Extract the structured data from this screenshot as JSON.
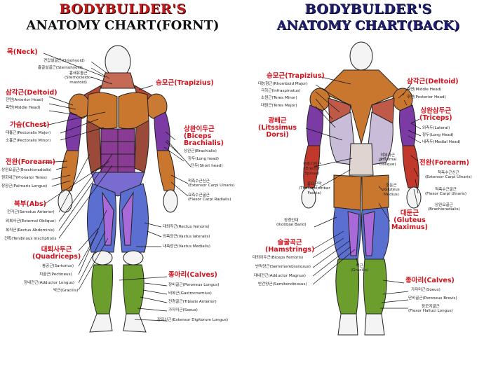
{
  "front": {
    "title_line1": "BODYBULDER'S",
    "title_line2": "ANATOMY CHART(FORNT)",
    "labels": {
      "neck": "목(Neck)",
      "omohyoid": "견갑설골근(Omohyoid)",
      "sternohyoid": "흉골설골근(Sternohyoid)",
      "scm": "흉쇄유돌근\n(Sternocleido-\nmastoid)",
      "trapezius": "승모근(Trapizius)",
      "deltoid": "삼각근(Deltoid)",
      "anterior_head": "전면(Anterior Head)",
      "middle_head": "측면(Middle Head)",
      "chest": "가슴(Chest)",
      "pect_major": "대흉근(Pectoralis Major)",
      "pect_minor": "소흉근(Pectoralis Minor)",
      "biceps": "상완이두근\n(Biceps\nBrachialis)",
      "brachialis": "상완근(Brachialis)",
      "long_head": "장두(Long head)",
      "short_head": "단두(Short head)",
      "forearm": "전완(Forearm)",
      "brachioradialis": "상완요골근(Brachioradialis)",
      "pronator": "원회내근(Pronator Teres)",
      "palmaris": "장장근(Palmaris Longus)",
      "ext_carpi_ulnaris": "척측수근신근\n(Extensor Carpi Ulnaris)",
      "flex_carpi_radialis": "요측수근굴근\n(Flexor Carpi Radialis)",
      "abs": "복부(Abs)",
      "serratus": "전거근(Serratus Anterior)",
      "ext_oblique": "외복사근(External Oblique)",
      "rectus_abdominis": "복직근(Rectus Abdominis)",
      "tendinous": "건획(Tendinous Inscriptions",
      "rectus_femoris": "대퇴직근(Rectus femoris)",
      "vastus_lateralis": "외측광근(Vastus lateralis)",
      "vastus_medialis": "내측광근(Vastus Medialis)",
      "quadriceps": "대퇴사두근\n(Quadriceps)",
      "sartorius": "봉공근(Sartorius)",
      "pectineus": "치골근(Pectineus)",
      "adductor_longus": "장내전근(Adductor Longus)",
      "gracilis": "박근(Gracilis)",
      "calves": "종아리(Calves)",
      "peroneus_longus": "장비골근(Peroneus Longus)",
      "gastrocnemius": "비복근(Gastrocnemius)",
      "tibialis": "전경골근(Tibialis Anterior)",
      "soleus": "가자미근(Soeus)",
      "ext_digitorum": "장지신근(Extensor Digitorum Longus)"
    }
  },
  "back": {
    "title_line1": "BODYBULDER'S",
    "title_line2": "ANATOMY CHART(BACK)",
    "labels": {
      "trapezius": "승모근(Trapizius)",
      "rhomboid": "대능형근(Rhomboid Major)",
      "infraspinatus": "극하근(Infraspinatus)",
      "teres_minor": "소원근(Teres Minor)",
      "teres_major": "대원근(Teres Major)",
      "deltoid": "삼각근(Deltoid)",
      "middle_head": "측면(Middle Head)",
      "posterior_head": "후면(Posterior Head)",
      "triceps": "상완삼두근\n(Triceps)",
      "lateral": "외측두(Lateral)",
      "long_head": "장두(Long Head)",
      "medial_head": "내측두(Medial Head)",
      "lats": "광배근\n(Litssimus\nDorsi)",
      "erector": "척추기립근\n(Erector\nSpinae)",
      "ext_oblique": "외복사근\n(External\nOblique)",
      "thoracolumbar": "흉요근막\n(Thoracolumbar\nFascia)",
      "forearm": "전완(Forearm)",
      "ext_carpi_ulnaris": "척측수근신근\n(Extensor Carpi Ulnaris)",
      "flex_carpi_ulnaris": "척측수근굴근\n(Flexor Carpi Ulnaris)",
      "brachioradialis": "상완요골근\n(Brachioradialis)",
      "gluteus_medius": "중둔근\n(Gluteus\nMedius)",
      "iliotibial": "장경인대\n(Iliotibial Band)",
      "glutes": "대둔근\n(Gluteus\nMaximus)",
      "hamstrings": "슬굴곡근\n(Hamstrings)",
      "biceps_femoris": "대퇴이두근(Biceps Femoris)",
      "semimembranosus": "반막양근(Semimembranosus)",
      "adductor_magnus": "대내전근(Adductor Magnus)",
      "semitendinosus": "반건양근(Semitendinosus)",
      "gracilis": "박근\n(Gracilis)",
      "calves": "종아리(Calves)",
      "soleus": "가자미근(Soeus)",
      "peroneus_brevis": "단비골근(Peroneus Brevis)",
      "flex_hallucis": "장모지굴근\n(Flexor Halluci Longus)"
    }
  },
  "colors": {
    "title_red": "#c51a1a",
    "title_navy": "#1f1d6e",
    "label_red": "#d4111b",
    "skin": "#f2f2f2",
    "orange_muscle": "#c9762e",
    "purple_muscle": "#7b3aa4",
    "blue_muscle": "#5a6fd0",
    "green_muscle": "#6c9e2e",
    "red_muscle": "#b8352a"
  }
}
